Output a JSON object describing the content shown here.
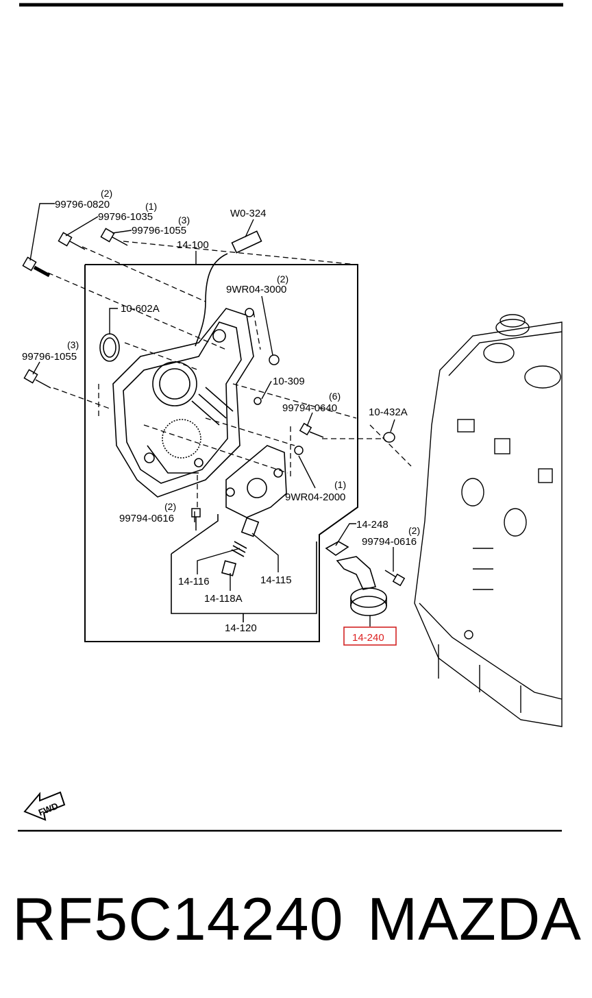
{
  "parts": {
    "p1_code": "99796-0820",
    "p1_qty": "(2)",
    "p2_code": "99796-1035",
    "p2_qty": "(1)",
    "p3_code": "99796-1055",
    "p3_qty": "(3)",
    "p4_code": "W0-324",
    "p5_code": "14-100",
    "p6_code": "9WR04-3000",
    "p6_qty": "(2)",
    "p7_code": "10-602A",
    "p8_code": "99796-1055",
    "p8_qty": "(3)",
    "p9_code": "10-309",
    "p10_code": "99794-0640",
    "p10_qty": "(6)",
    "p11_code": "10-432A",
    "p12_code": "9WR04-2000",
    "p12_qty": "(1)",
    "p13_code": "99794-0616",
    "p13_qty": "(2)",
    "p14_code": "14-248",
    "p15_code": "99794-0616",
    "p15_qty": "(2)",
    "p16_code": "14-116",
    "p17_code": "14-115",
    "p18_code": "14-118A",
    "p19_code": "14-120",
    "p20_code": "14-240"
  },
  "fwd_label": "FWD",
  "footer": {
    "part_number": "RF5C14240",
    "brand": "MAZDA"
  },
  "highlight_color": "#d22222"
}
